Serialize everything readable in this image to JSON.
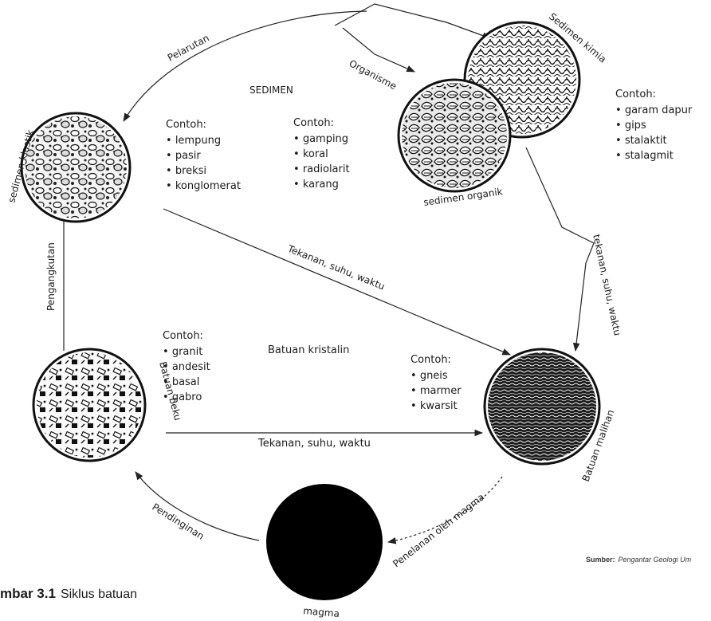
{
  "caption": {
    "bold": "mbar 3.1",
    "text": "Siklus batuan"
  },
  "source": {
    "label": "Sumber:",
    "text": "Pengantar Geologi Um"
  },
  "sections": {
    "sedimen": "SEDIMEN",
    "kristalin": "Batuan kristalin"
  },
  "rocks": {
    "klastik": "sedimen klastik",
    "kimia": "Sedimen kimia",
    "organik": "sedimen organik",
    "beku": "Batuan beku",
    "malihan": "Batuan malihan",
    "magma": "magma"
  },
  "processes": {
    "pelarutan": "Pelarutan",
    "organisme": "Organisme",
    "pengangkutan": "Pengangkutan",
    "tekanan_diag": "Tekanan, suhu, waktu",
    "tekanan_right": "tekanan, suhu, waktu",
    "tekanan_bottom": "Tekanan, suhu, waktu",
    "pendinginan": "Pendinginan",
    "penelanan": "Penelanan oleh magma"
  },
  "examples": {
    "heading": "Contoh:",
    "klastik": [
      "lempung",
      "pasir",
      "breksi",
      "konglomerat"
    ],
    "organik": [
      "gamping",
      "koral",
      "radiolarit",
      "karang"
    ],
    "kimia": [
      "garam dapur",
      "gips",
      "stalaktit",
      "stalagmit"
    ],
    "beku": [
      "granit",
      "andesit",
      "basal",
      "gabro"
    ],
    "malihan": [
      "gneis",
      "marmer",
      "kwarsit"
    ]
  }
}
